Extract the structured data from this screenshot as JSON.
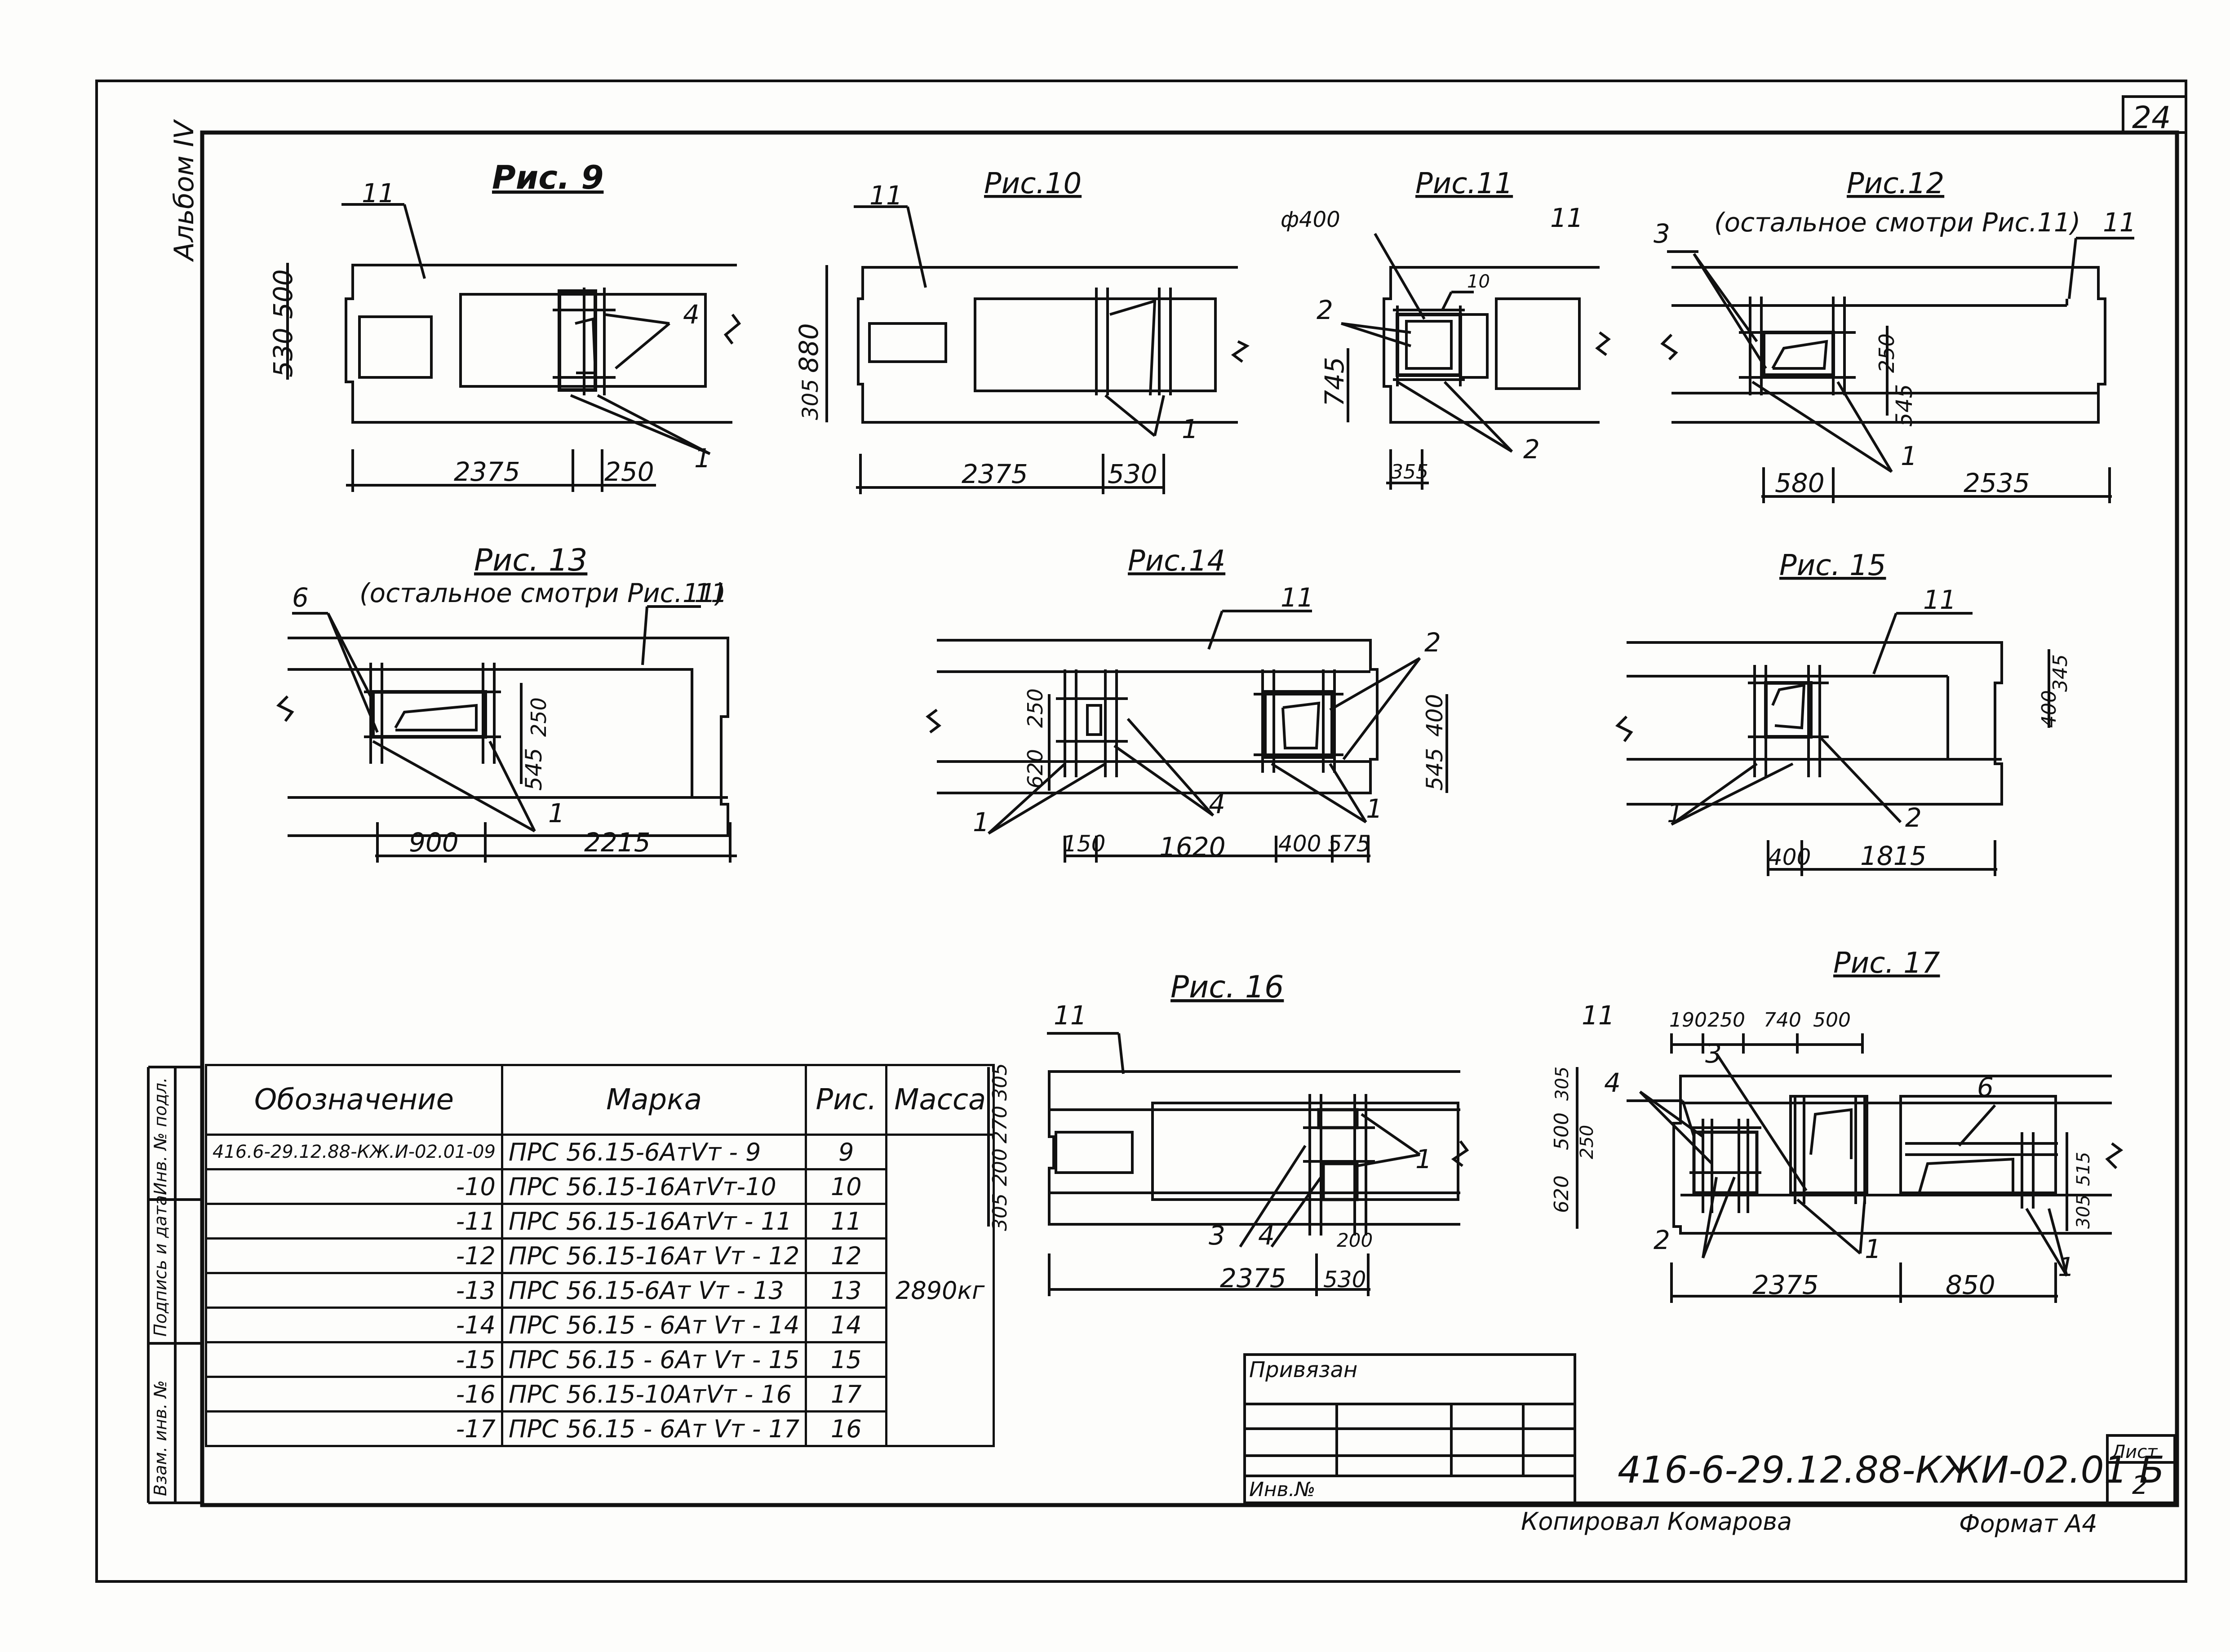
{
  "sheet_no": "24",
  "album": "Альбом IV",
  "figures": [
    {
      "id": "fig9",
      "title": "Рис. 9",
      "labels": [
        "11",
        "4",
        "1"
      ],
      "dims": [
        "500",
        "530",
        "2375",
        "250"
      ]
    },
    {
      "id": "fig10",
      "title": "Рис.10",
      "labels": [
        "11",
        "1"
      ],
      "dims": [
        "880",
        "305",
        "2375",
        "530"
      ]
    },
    {
      "id": "fig11",
      "title": "Рис.11",
      "labels": [
        "11",
        "2",
        "2",
        "10"
      ],
      "dims": [
        "ф400",
        "745",
        "355"
      ]
    },
    {
      "id": "fig12",
      "title": "Рис.12",
      "subtitle": "(остальное смотри Рис.11)",
      "labels": [
        "3",
        "11",
        "1"
      ],
      "dims": [
        "250",
        "545",
        "580",
        "2535"
      ]
    },
    {
      "id": "fig13",
      "title": "Рис. 13",
      "subtitle": "(остальное смотри Рис.11)",
      "labels": [
        "6",
        "11",
        "1"
      ],
      "dims": [
        "250",
        "545",
        "900",
        "2215"
      ]
    },
    {
      "id": "fig14",
      "title": "Рис.14",
      "labels": [
        "11",
        "2",
        "1",
        "4",
        "1"
      ],
      "dims": [
        "250",
        "620",
        "400",
        "545",
        "150",
        "1620",
        "400",
        "575"
      ]
    },
    {
      "id": "fig15",
      "title": "Рис. 15",
      "labels": [
        "11",
        "1",
        "2"
      ],
      "dims": [
        "345",
        "400",
        "400",
        "1815"
      ]
    },
    {
      "id": "fig16",
      "title": "Рис. 16",
      "labels": [
        "11",
        "1",
        "3",
        "4"
      ],
      "dims": [
        "305",
        "270",
        "305",
        "200",
        "200",
        "2375",
        "530"
      ]
    },
    {
      "id": "fig17",
      "title": "Рис. 17",
      "labels": [
        "11",
        "3",
        "4",
        "6",
        "2",
        "1",
        "1"
      ],
      "dims": [
        "190",
        "250",
        "740",
        "500",
        "305",
        "500",
        "250",
        "620",
        "305",
        "515",
        "2375",
        "850"
      ]
    }
  ],
  "spec_table": {
    "headers": {
      "designation": "Обозначение",
      "mark": "Марка",
      "fig": "Рис.",
      "mass": "Масса"
    },
    "rows": [
      {
        "designation": "416.6-29.12.88-КЖ.И-02.01-09",
        "mark": "ПРС 56.15-6АтⅤт - 9",
        "fig": "9"
      },
      {
        "designation": "-10",
        "mark": "ПРС 56.15-16АтⅤт-10",
        "fig": "10"
      },
      {
        "designation": "-11",
        "mark": "ПРС 56.15-16АтⅤт - 11",
        "fig": "11"
      },
      {
        "designation": "-12",
        "mark": "ПРС 56.15-16Ат Ⅴт - 12",
        "fig": "12"
      },
      {
        "designation": "-13",
        "mark": "ПРС 56.15-6Ат Ⅴт - 13",
        "fig": "13"
      },
      {
        "designation": "-14",
        "mark": "ПРС 56.15 - 6Ат Ⅴт - 14",
        "fig": "14"
      },
      {
        "designation": "-15",
        "mark": "ПРС 56.15 - 6Ат Ⅴт - 15",
        "fig": "15"
      },
      {
        "designation": "-16",
        "mark": "ПРС 56.15-10АтⅤт - 16",
        "fig": "17"
      },
      {
        "designation": "-17",
        "mark": "ПРС 56.15 - 6Ат Ⅴт - 17",
        "fig": "16"
      }
    ],
    "mass": "2890кг"
  },
  "side_stamp": {
    "cols": [
      "Взам. инв. №",
      "Подпись и дата",
      "Инв. № подл."
    ]
  },
  "title_block": {
    "privyazan": "Привязан",
    "inv_no": "Инв.№",
    "code": "416-6-29.12.88-КЖИ-02.01 Б",
    "sheet_label": "Лист",
    "sheet_value": "2"
  },
  "footer": {
    "copied": "Копировал Комарова",
    "format": "Формат А4"
  }
}
